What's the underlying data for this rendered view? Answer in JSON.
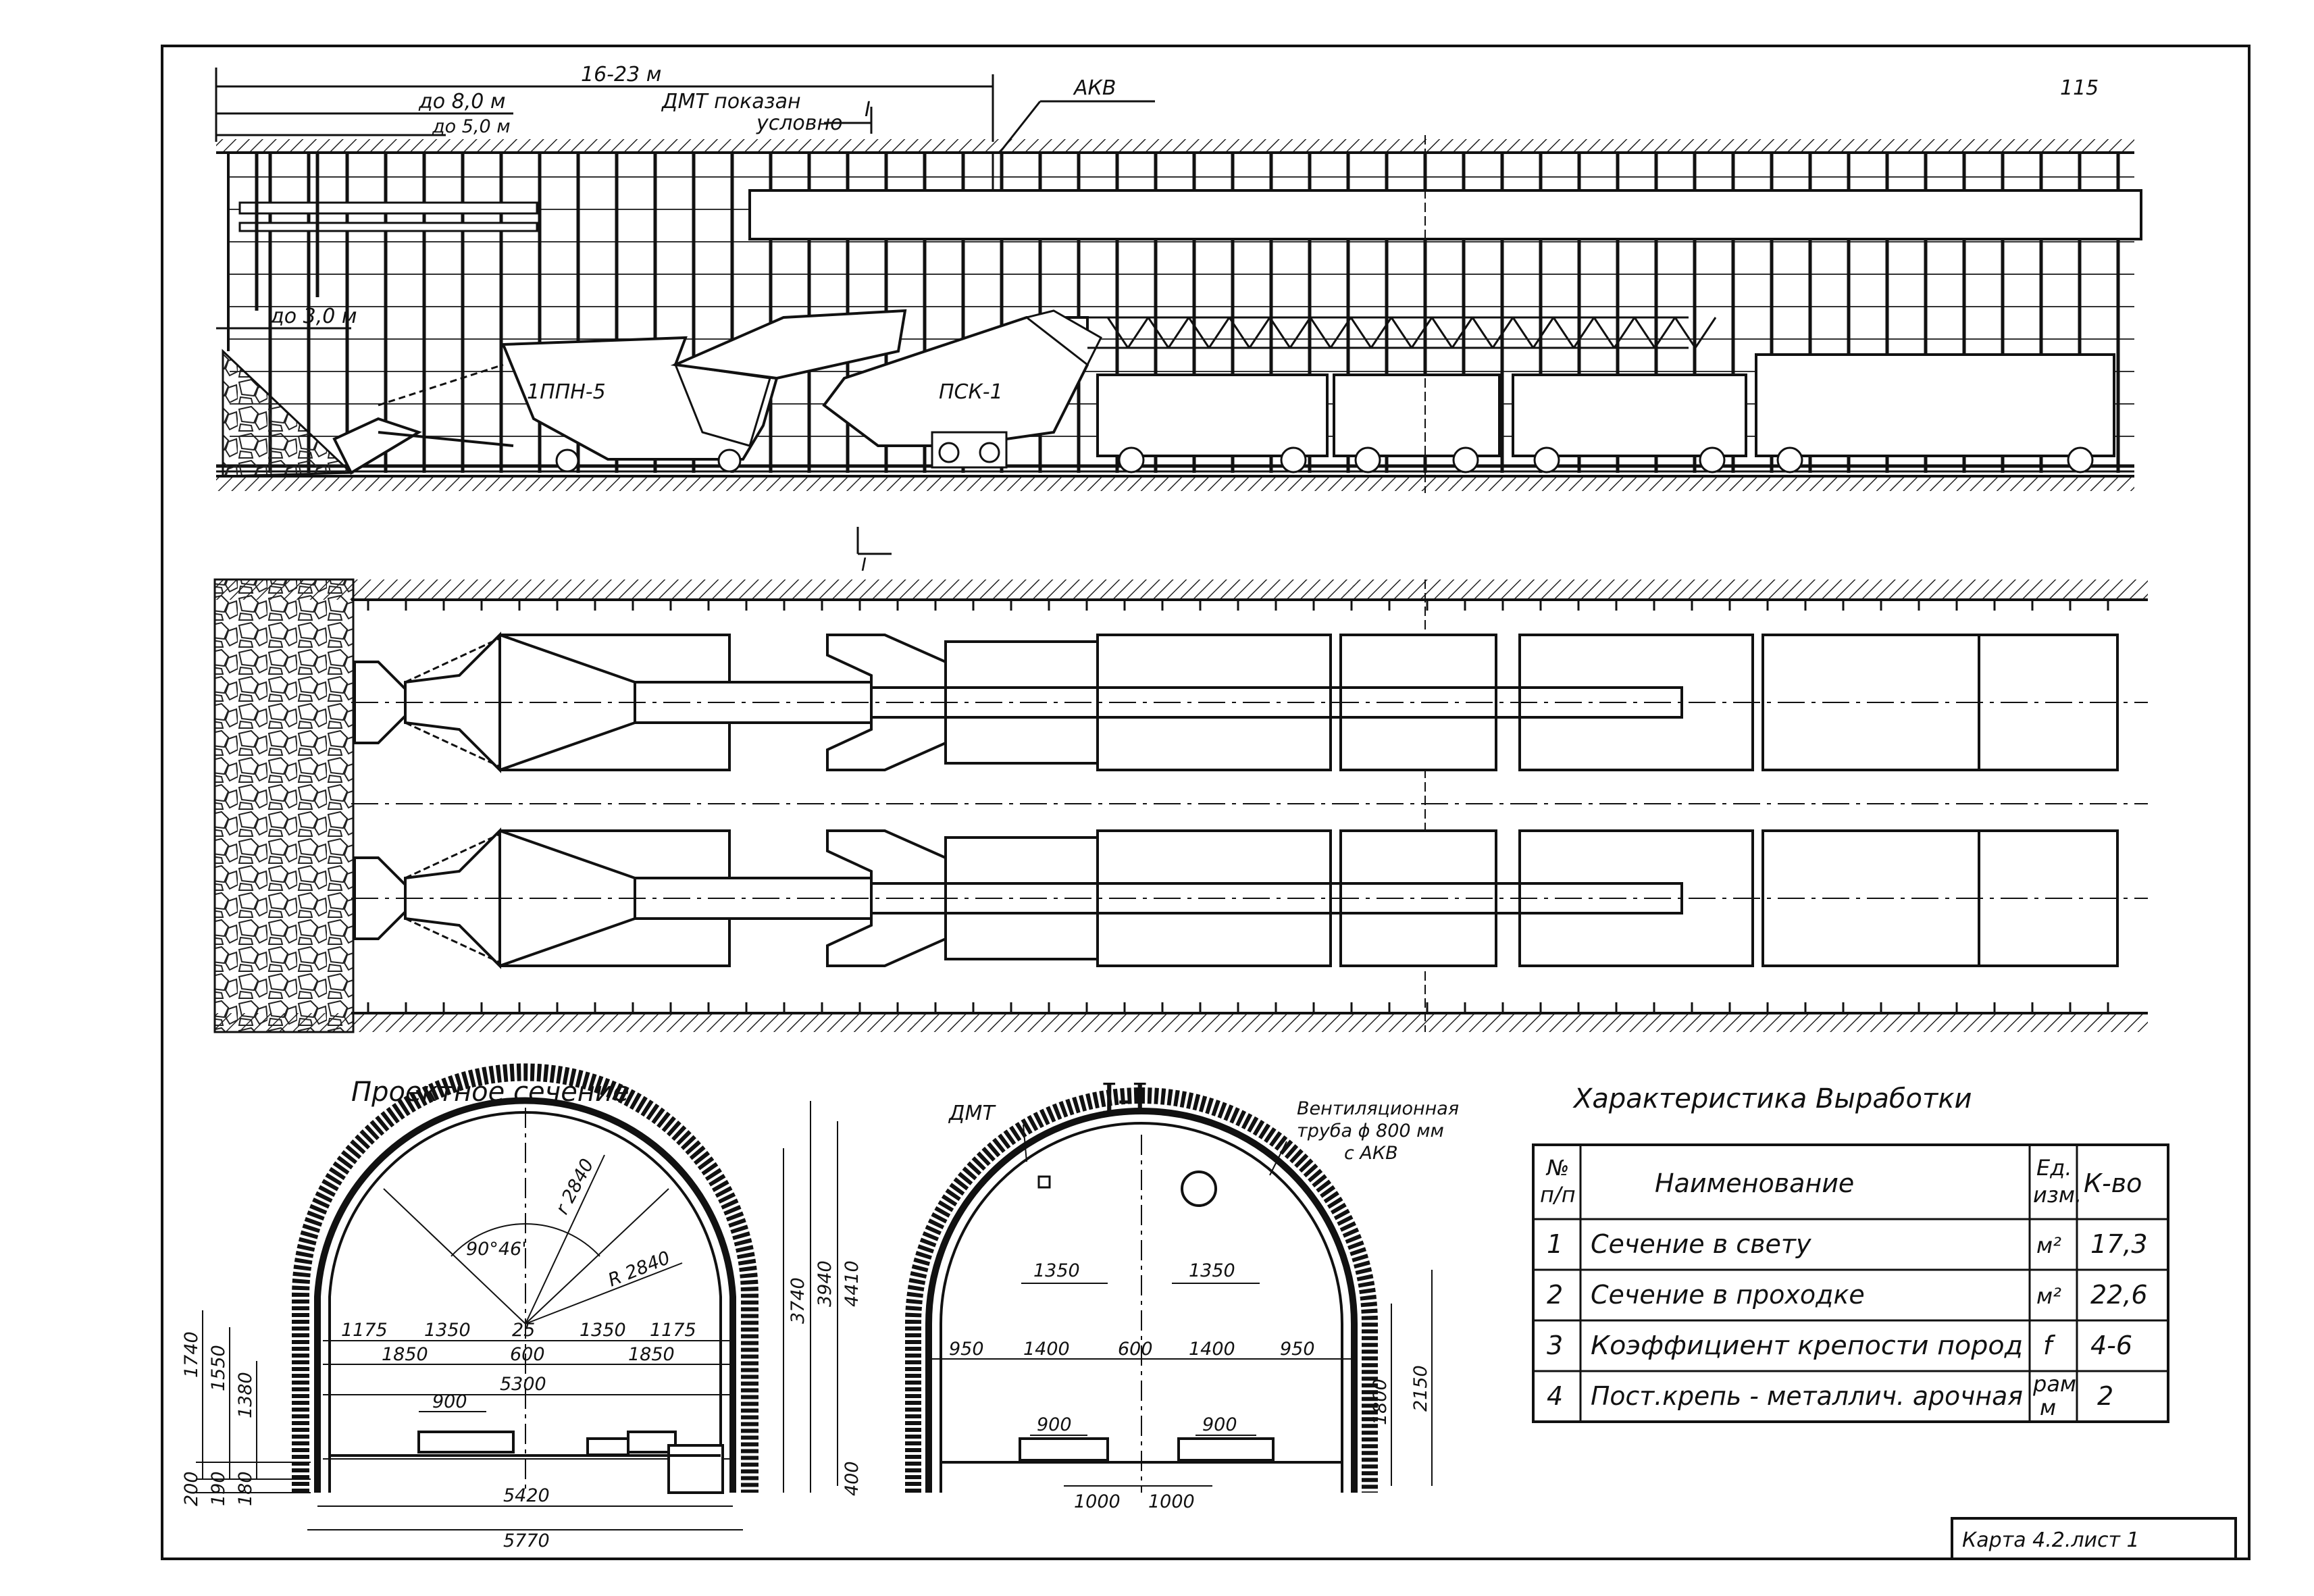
{
  "page_number": "115",
  "stamp": "Карта 4.2.лист 1",
  "side_view": {
    "dim_total": "16-23 м",
    "dim_upto8": "до 8,0 м",
    "dim_upto5": "до 5,0 м",
    "dim_upto3": "до 3,0 м",
    "dmt_note_line1": "ДМТ показан",
    "dmt_note_line2": "условно",
    "section_mark": "I",
    "akv_label": "АКВ",
    "loader_label": "1ППН-5",
    "conveyor_label": "ПСК-1"
  },
  "plan_view": {
    "section_mark": "I"
  },
  "section_title": "I-I",
  "design_section": {
    "title": "Проектное сечение",
    "dims": {
      "h3740": "3740",
      "h3940": "3940",
      "h4410": "4410",
      "h400": "400",
      "w1175a": "1175",
      "w1350a": "1350",
      "w25": "25",
      "w1350b": "1350",
      "w1175b": "1175",
      "w1850a": "1850",
      "w600": "600",
      "w1850b": "1850",
      "w5300": "5300",
      "w900": "900",
      "w5420": "5420",
      "w5770": "5770",
      "v1740": "1740",
      "v1550": "1550",
      "v1380": "1380",
      "v200": "200",
      "v190": "190",
      "v180": "180",
      "angle": "90°46'",
      "r1": "r 2840",
      "r2": "R 2840"
    }
  },
  "section_1_1": {
    "dmt_label": "ДМТ",
    "vent_line1": "Вентиляционная",
    "vent_line2": "труба ϕ 800 мм",
    "vent_line3": "с АКВ",
    "dims": {
      "top1350a": "1350",
      "top1350b": "1350",
      "w950a": "950",
      "w1400a": "1400",
      "w600": "600",
      "w1400b": "1400",
      "w950b": "950",
      "g900a": "900",
      "g900b": "900",
      "b1000a": "1000",
      "b1000b": "1000",
      "h1800": "1800",
      "h2150": "2150"
    }
  },
  "characteristics": {
    "title": "Характеристика Выработки",
    "headers": {
      "num_top": "№",
      "num_bottom": "п/п",
      "name": "Наименование",
      "unit_top": "Ед.",
      "unit_bottom": "изм.",
      "qty": "К-во"
    },
    "rows": [
      {
        "n": "1",
        "name": "Сечение в свету",
        "unit": "м²",
        "qty": "17,3"
      },
      {
        "n": "2",
        "name": "Сечение в проходке",
        "unit": "м²",
        "qty": "22,6"
      },
      {
        "n": "3",
        "name": "Коэффициент крепости пород",
        "unit": "f",
        "qty": "4-6"
      },
      {
        "n": "4",
        "name": "Пост.крепь - металлич. арочная",
        "unit_top": "рам",
        "unit_bottom": "м",
        "qty": "2"
      }
    ]
  }
}
